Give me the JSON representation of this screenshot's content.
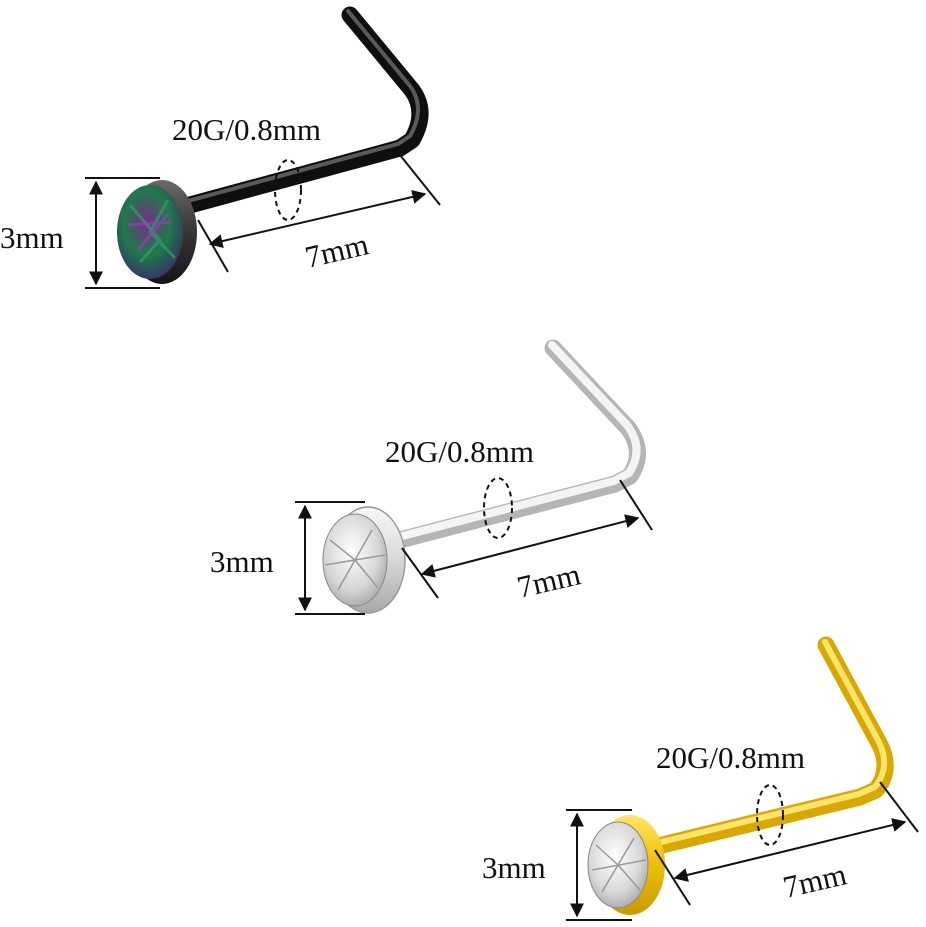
{
  "items": [
    {
      "finish": "black",
      "gem": "rainbow-opal",
      "gauge_label": "20G/0.8mm",
      "length_label": "7mm",
      "diameter_label": "3mm",
      "colors": {
        "metal_dark": "#151515",
        "metal_mid": "#3a3a3a",
        "metal_light": "#6a6a6a",
        "gem_a": "#3b1f6e",
        "gem_b": "#1f7a4a",
        "gem_c": "#7a2a8c"
      }
    },
    {
      "finish": "silver",
      "gem": "clear-crystal",
      "gauge_label": "20G/0.8mm",
      "length_label": "7mm",
      "diameter_label": "3mm",
      "colors": {
        "metal_dark": "#a8a8a8",
        "metal_mid": "#dcdcdc",
        "metal_light": "#f7f7f7",
        "gem_a": "#ffffff",
        "gem_b": "#d6d6d6",
        "gem_c": "#9a9a9a"
      }
    },
    {
      "finish": "gold",
      "gem": "clear-crystal",
      "gauge_label": "20G/0.8mm",
      "length_label": "7mm",
      "diameter_label": "3mm",
      "colors": {
        "metal_dark": "#c79a00",
        "metal_mid": "#f0c400",
        "metal_light": "#ffe46a",
        "gem_a": "#ffffff",
        "gem_b": "#d8d8d8",
        "gem_c": "#9a9a9a"
      }
    }
  ]
}
